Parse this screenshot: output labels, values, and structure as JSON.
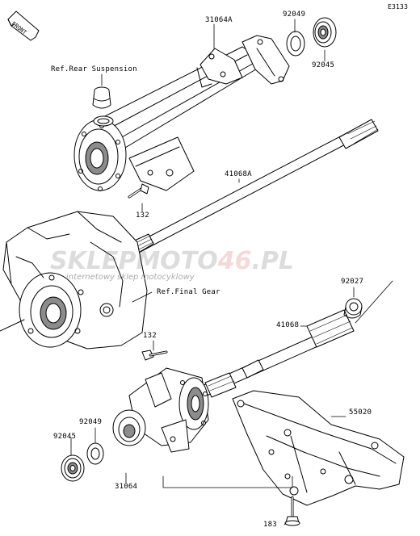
{
  "diagram_code": "E3133",
  "front_marker": "FRONT",
  "watermark": {
    "brand_a": "SKLEPMOTO",
    "brand_b": "46",
    "brand_c": ".PL",
    "tagline": "internetowy sklep motocyklowy",
    "color": "#d9534f"
  },
  "parts": {
    "p31064A": "31064A",
    "p92049_top": "92049",
    "p92045_top": "92045",
    "ref_rear_suspension": "Ref.Rear Suspension",
    "p41068A": "41068A",
    "p132_top": "132",
    "ref_final_gear": "Ref.Final Gear",
    "p92027": "92027",
    "p41068": "41068",
    "p132_bottom": "132",
    "p55020": "55020",
    "p92049_bottom": "92049",
    "p92045_bottom": "92045",
    "p31064": "31064",
    "p183": "183"
  },
  "colors": {
    "line": "#000000",
    "shade": "#8c8c8c",
    "light": "#d4d4d4"
  }
}
